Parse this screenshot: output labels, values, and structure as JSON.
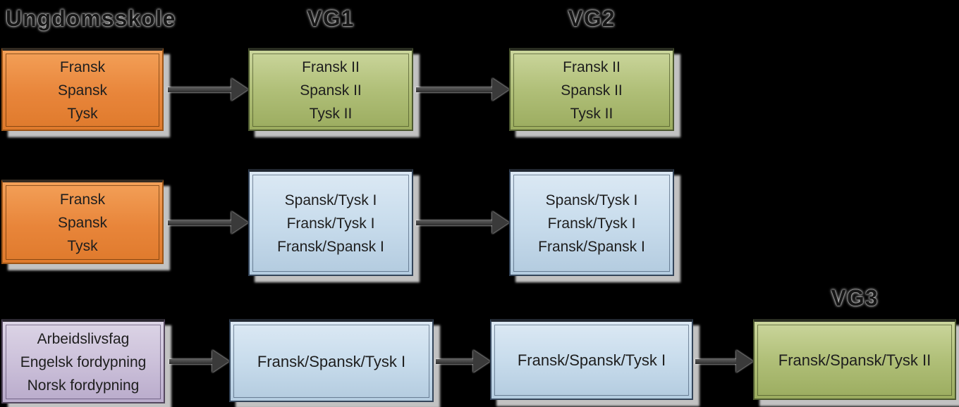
{
  "headers": {
    "col1": "Ungdomsskole",
    "col2": "VG1",
    "col3": "VG2",
    "col4": "VG3"
  },
  "colors": {
    "background": "#000000",
    "orange_fill": "#e8853a",
    "green_fill": "#b0bf78",
    "blue_fill": "#c8dcec",
    "purple_fill": "#ccc1da",
    "arrow": "#3a3a3a",
    "box_shadow": "#dddddd",
    "text": "#1e1e1e"
  },
  "rows": [
    {
      "boxes": [
        {
          "color": "orange",
          "lines": [
            "Fransk",
            "Spansk",
            "Tysk"
          ]
        },
        {
          "color": "green",
          "lines": [
            "Fransk II",
            "Spansk II",
            "Tysk II"
          ]
        },
        {
          "color": "green",
          "lines": [
            "Fransk II",
            "Spansk II",
            "Tysk II"
          ]
        }
      ]
    },
    {
      "boxes": [
        {
          "color": "orange",
          "lines": [
            "Fransk",
            "Spansk",
            "Tysk"
          ]
        },
        {
          "color": "blue",
          "lines": [
            "Spansk/Tysk I",
            "Fransk/Tysk I",
            "Fransk/Spansk I"
          ]
        },
        {
          "color": "blue",
          "lines": [
            "Spansk/Tysk I",
            "Fransk/Tysk I",
            "Fransk/Spansk I"
          ]
        }
      ]
    },
    {
      "boxes": [
        {
          "color": "purple",
          "lines": [
            "Arbeidslivsfag",
            "Engelsk fordypning",
            "Norsk fordypning"
          ]
        },
        {
          "color": "blue",
          "lines": [
            "Fransk/Spansk/Tysk I"
          ]
        },
        {
          "color": "blue",
          "lines": [
            "Fransk/Spansk/Tysk I"
          ]
        },
        {
          "color": "green",
          "lines": [
            "Fransk/Spansk/Tysk II"
          ]
        }
      ]
    }
  ]
}
